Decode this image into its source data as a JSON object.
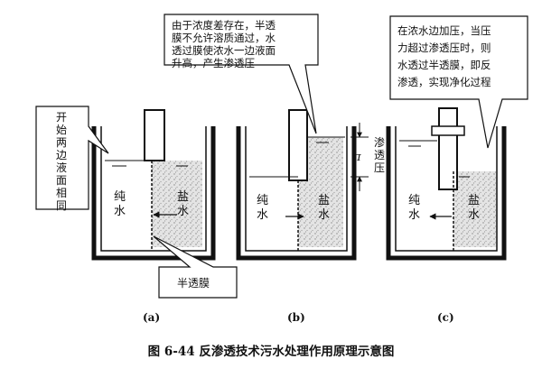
{
  "figure": {
    "caption": "图 6-44   反渗透技术污水处理作用原理示意图",
    "panels": [
      {
        "label": "(a)",
        "callout_text": "开始两边液面相同",
        "membrane_callout": "半透膜",
        "left_label": "纯水",
        "right_label": "盐水"
      },
      {
        "label": "(b)",
        "callout_text": [
          "由于浓度差存在，半透",
          "膜不允许溶质通过，水",
          "透过膜使浓水一边液面",
          "升高，产生渗透压"
        ],
        "dimension_symbol": "π",
        "dimension_label": "渗透压",
        "left_label": "纯水",
        "right_label": "盐水"
      },
      {
        "label": "(c)",
        "callout_text": [
          "在浓水边加压，当压",
          "力超过渗透压时，则",
          "水透过半透膜，即反",
          "渗透，实现净化过程"
        ],
        "left_label": "纯水",
        "right_label": "盐水"
      }
    ]
  },
  "colors": {
    "line": "#111111",
    "salt_water": "#d6d6d6",
    "background": "#ffffff"
  }
}
